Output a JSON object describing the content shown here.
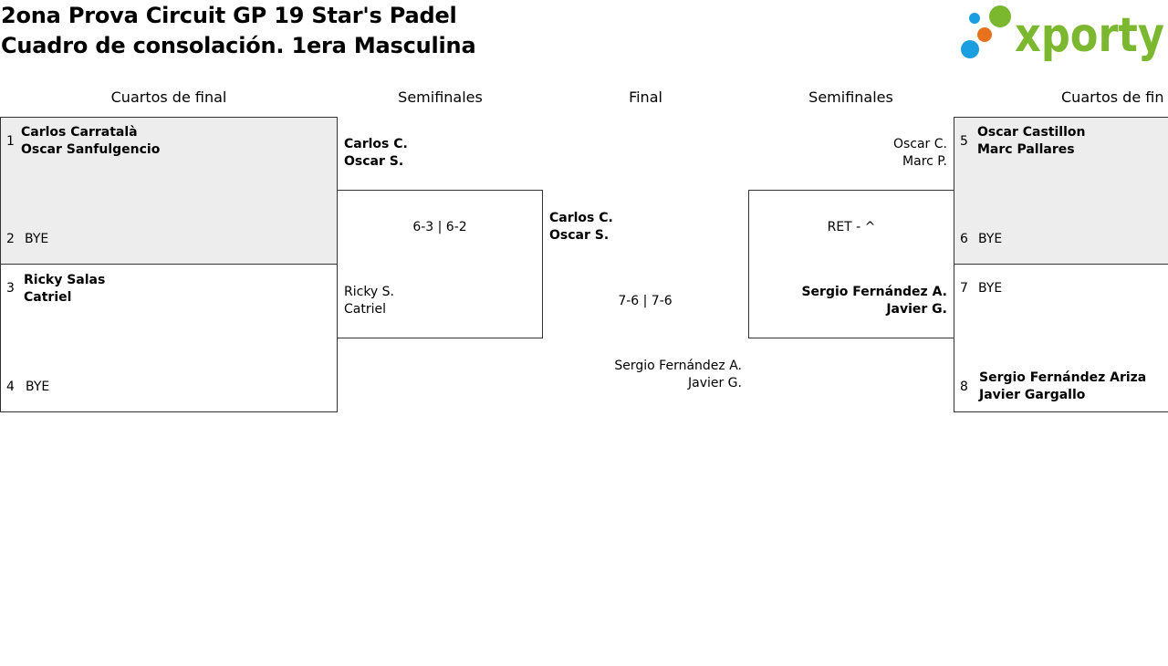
{
  "header": {
    "title_line1": "2ona Prova Circuit GP 19 Star's Padel",
    "title_line2": "Cuadro de consolación. 1era Masculina",
    "logo_text": "xporty",
    "colors": {
      "logo_green": "#7cb82f",
      "dot_blue": "#1a9ee0",
      "dot_orange": "#e8721c"
    }
  },
  "rounds": {
    "left_quarters": "Cuartos de final",
    "left_semis": "Semifinales",
    "final": "Final",
    "right_semis": "Semifinales",
    "right_quarters": "Cuartos de fin"
  },
  "left_quarters": [
    {
      "seed": "1",
      "p1": "Carlos Carratalà",
      "p2": "Oscar Sanfulgencio"
    },
    {
      "seed": "2",
      "p1": "BYE"
    },
    {
      "seed": "3",
      "p1": "Ricky Salas",
      "p2": "Catriel"
    },
    {
      "seed": "4",
      "p1": "BYE"
    }
  ],
  "right_quarters": [
    {
      "seed": "5",
      "p1": "Oscar Castillon",
      "p2": "Marc Pallares"
    },
    {
      "seed": "6",
      "p1": "BYE"
    },
    {
      "seed": "7",
      "p1": "BYE"
    },
    {
      "seed": "8",
      "p1": "Sergio Fernández Ariza",
      "p2": "Javier Gargallo"
    }
  ],
  "left_semi": {
    "top": {
      "p1": "Carlos C.",
      "p2": "Oscar S."
    },
    "score": "6-3 | 6-2",
    "bottom": {
      "p1": "Ricky S.",
      "p2": "Catriel"
    }
  },
  "right_semi": {
    "top": {
      "p1": "Oscar C.",
      "p2": "Marc P."
    },
    "score": "RET - ^",
    "bottom": {
      "p1": "Sergio Fernández A.",
      "p2": "Javier G."
    }
  },
  "final": {
    "top": {
      "p1": "Carlos C.",
      "p2": "Oscar S."
    },
    "score": "7-6 | 7-6",
    "bottom": {
      "p1": "Sergio Fernández A.",
      "p2": "Javier G."
    }
  }
}
